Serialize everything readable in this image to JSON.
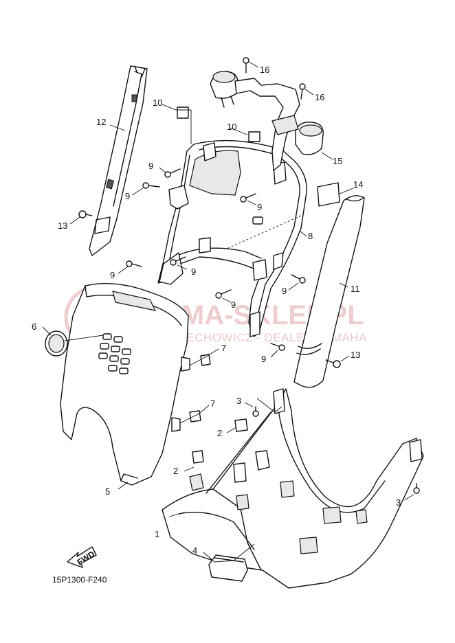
{
  "watermark": {
    "title": "YAMA-SKLEP.PL",
    "subtitle": "WOJCIECHOWICZ - DEALER YAMAHA"
  },
  "diagram_code": "15P1300-F240",
  "fwd_label": "FWD",
  "callouts": [
    {
      "id": "c1",
      "label": "1"
    },
    {
      "id": "c2a",
      "label": "2"
    },
    {
      "id": "c2b",
      "label": "2"
    },
    {
      "id": "c3a",
      "label": "3"
    },
    {
      "id": "c3b",
      "label": "3"
    },
    {
      "id": "c4",
      "label": "4"
    },
    {
      "id": "c5",
      "label": "5"
    },
    {
      "id": "c6",
      "label": "6"
    },
    {
      "id": "c7a",
      "label": "7"
    },
    {
      "id": "c7b",
      "label": "7"
    },
    {
      "id": "c8",
      "label": "8"
    },
    {
      "id": "c9a",
      "label": "9"
    },
    {
      "id": "c9b",
      "label": "9"
    },
    {
      "id": "c9c",
      "label": "9"
    },
    {
      "id": "c9d",
      "label": "9"
    },
    {
      "id": "c9e",
      "label": "9"
    },
    {
      "id": "c9f",
      "label": "9"
    },
    {
      "id": "c9g",
      "label": "9"
    },
    {
      "id": "c9h",
      "label": "9"
    },
    {
      "id": "c10a",
      "label": "10"
    },
    {
      "id": "c10b",
      "label": "10"
    },
    {
      "id": "c11",
      "label": "11"
    },
    {
      "id": "c12",
      "label": "12"
    },
    {
      "id": "c13a",
      "label": "13"
    },
    {
      "id": "c13b",
      "label": "13"
    },
    {
      "id": "c14",
      "label": "14"
    },
    {
      "id": "c15",
      "label": "15"
    },
    {
      "id": "c16a",
      "label": "16"
    },
    {
      "id": "c16b",
      "label": "16"
    }
  ]
}
